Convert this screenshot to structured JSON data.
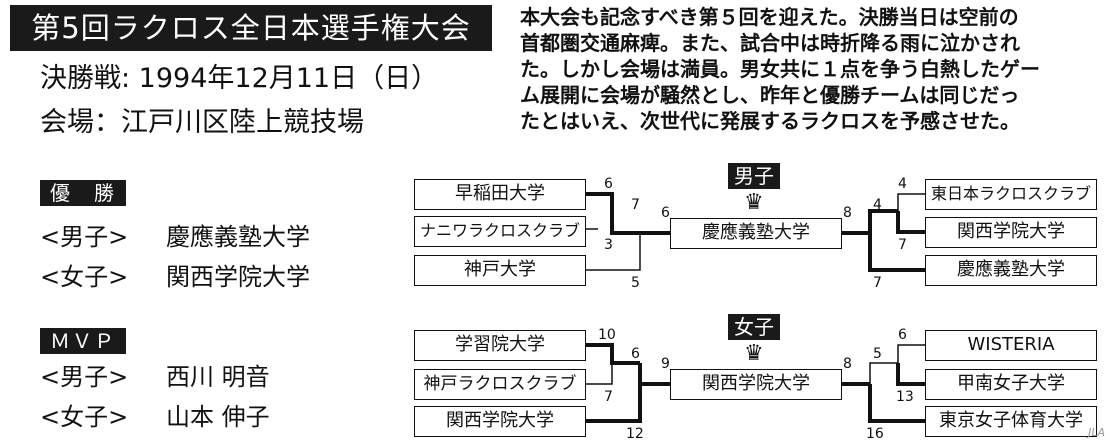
{
  "title": "第5回ラクロス全日本選手権大会",
  "final_date": "決勝戦: 1994年12月11日（日）",
  "venue": "会場：江戸川区陸上競技場",
  "intro_lines": [
    "本大会も記念すべき第５回を迎えた。決勝当日は空前の",
    "首都圏交通麻痺。また、試合中は時折降る雨に泣かされ",
    "た。しかし会場は満員。男女共に１点を争う白熱したゲー",
    "ム展開に会場が騒然とし、昨年と優勝チームは同じだっ",
    "たとはいえ、次世代に発展するラクロスを予感させた。"
  ],
  "champion": {
    "heading": "優　勝",
    "men_label": "<男子>",
    "men_value": "慶應義塾大学",
    "women_label": "<女子>",
    "women_value": "関西学院大学"
  },
  "mvp": {
    "heading": "ＭＶＰ",
    "men_label": "<男子>",
    "men_value": "西川 明音",
    "women_label": "<女子>",
    "women_value": "山本 伸子"
  },
  "bracket_men": {
    "label": "男子",
    "crown": "♛",
    "left_teams": [
      "早稲田大学",
      "ナニワラクロスクラブ",
      "神戸大学"
    ],
    "right_teams": [
      "東日本ラクロスクラブ",
      "関西学院大学",
      "慶應義塾大学"
    ],
    "winner": "慶應義塾大学",
    "scores": {
      "l_top": "6",
      "l_mid": "3",
      "l_semi": "7",
      "l_bot": "5",
      "l_final": "6",
      "r_top": "4",
      "r_mid": "7",
      "r_semi": "4",
      "r_bot": "7",
      "r_final": "8"
    }
  },
  "bracket_women": {
    "label": "女子",
    "crown": "♛",
    "left_teams": [
      "学習院大学",
      "神戸ラクロスクラブ",
      "関西学院大学"
    ],
    "right_teams": [
      "WISTERIA",
      "甲南女子大学",
      "東京女子体育大学"
    ],
    "winner": "関西学院大学",
    "scores": {
      "l_top": "10",
      "l_mid": "7",
      "l_semi": "6",
      "l_bot": "12",
      "l_final": "9",
      "r_top": "6",
      "r_mid": "13",
      "r_semi": "5",
      "r_bot": "16",
      "r_final": "8"
    }
  },
  "watermark": "JLA"
}
